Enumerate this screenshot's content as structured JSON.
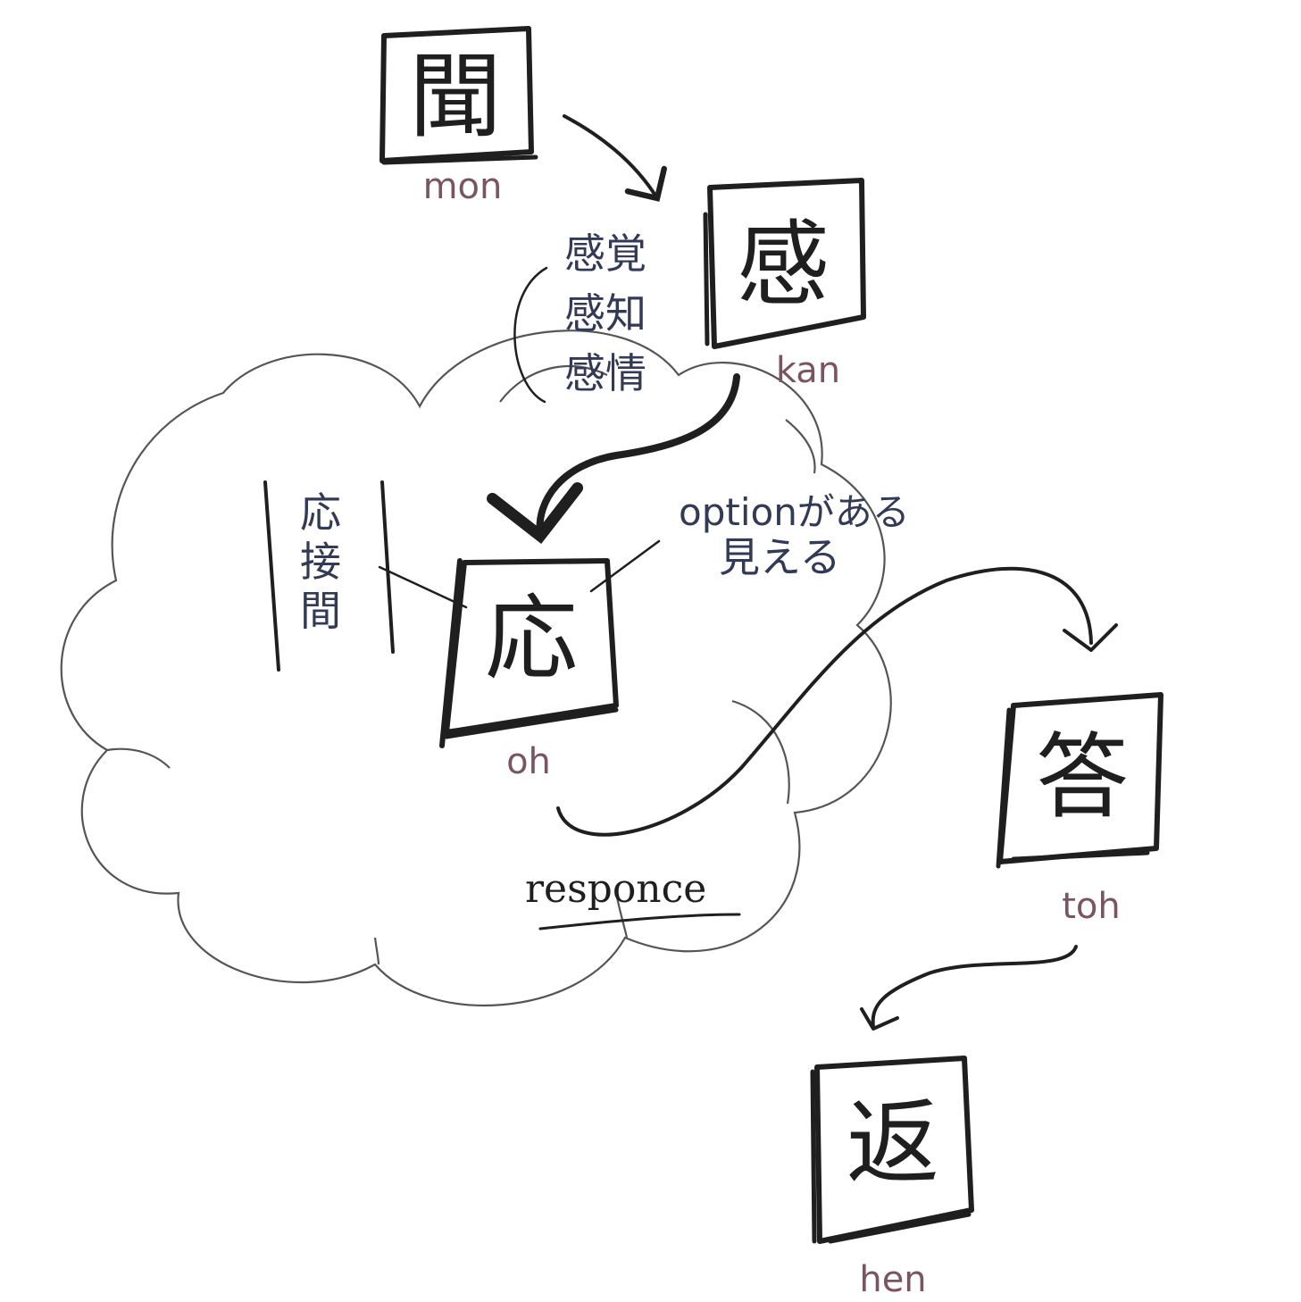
{
  "nodes": {
    "mon": {
      "kanji": "聞",
      "reading": "mon"
    },
    "kan": {
      "kanji": "感",
      "reading": "kan"
    },
    "oh": {
      "kanji": "応",
      "reading": "oh"
    },
    "toh": {
      "kanji": "答",
      "reading": "toh"
    },
    "hen": {
      "kanji": "返",
      "reading": "hen"
    }
  },
  "notes": {
    "kan_words": [
      "感覚",
      "感知",
      "感情"
    ],
    "oh_words": [
      "応",
      "接",
      "間"
    ],
    "option": [
      "optionがある",
      "見える"
    ],
    "responce": "responce"
  },
  "colors": {
    "ink": "#1f1f1f",
    "reading": "#7a5560",
    "note": "#333a55",
    "cloud": "#555555"
  }
}
